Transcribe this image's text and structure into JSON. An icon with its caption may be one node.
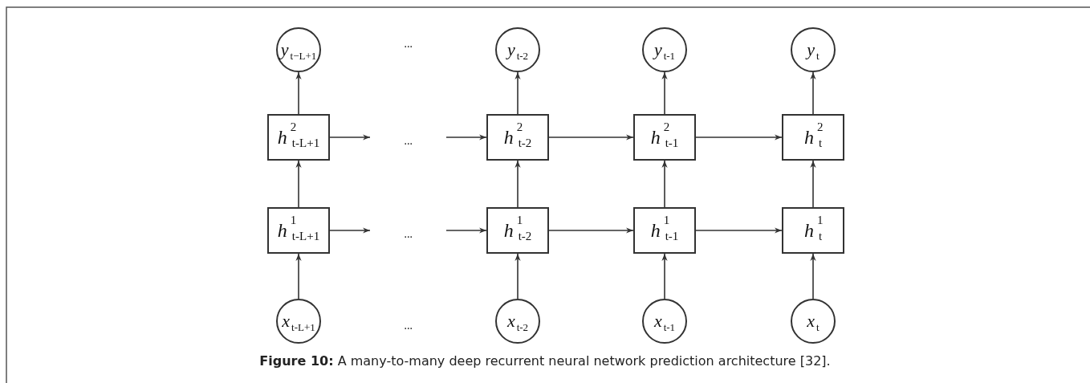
{
  "diagram": {
    "caption": "**Figure 10:** A many-to-many deep recurrent neural network prediction architecture [32].",
    "nodes": [
      {
        "text": [
          "y$_{t−L+1}$"
        ]
      },
      {
        "text": [
          "y$_{t-2}$"
        ]
      },
      {
        "text": [
          "y$_{t-1}$"
        ]
      },
      {
        "text": [
          "y$_{t}$"
        ]
      },
      {
        "text": [
          "h$^{2}$$_{t-L+1}$"
        ]
      },
      {
        "text": [
          "h$^{2}$$_{t-2}$"
        ]
      },
      {
        "text": [
          "h$^{2}$$_{t-1}$"
        ]
      },
      {
        "text": [
          "h$^{2}$$_{t}$"
        ]
      },
      {
        "text": [
          "h$^{1}$$_{t-L+1}$"
        ]
      },
      {
        "text": [
          "h$^{1}$$_{t-2}$"
        ]
      },
      {
        "text": [
          "h$^{1}$$_{t-1}$"
        ]
      },
      {
        "text": [
          "h$^{1}$$_{t}$"
        ]
      },
      {
        "text": [
          "x$_{t-L+1}$"
        ]
      },
      {
        "text": [
          "x$_{t-2}$"
        ]
      },
      {
        "text": [
          "x$_{t-1}$"
        ]
      },
      {
        "text": [
          "x$_{t}$"
        ]
      }
    ],
    "edges": [
      {
        "from": 12,
        "to": 8,
        "arrow": "to"
      },
      {
        "from": 13,
        "to": 9,
        "arrow": "to"
      },
      {
        "from": 14,
        "to": 10,
        "arrow": "to"
      },
      {
        "from": 15,
        "to": 11,
        "arrow": "to"
      },
      {
        "from": 8,
        "to": 4,
        "arrow": "to"
      },
      {
        "from": 9,
        "to": 5,
        "arrow": "to"
      },
      {
        "from": 10,
        "to": 6,
        "arrow": "to"
      },
      {
        "from": 11,
        "to": 7,
        "arrow": "to"
      },
      {
        "from": 4,
        "to": 0,
        "arrow": "to"
      },
      {
        "from": 5,
        "to": 1,
        "arrow": "to"
      },
      {
        "from": 6,
        "to": 2,
        "arrow": "to"
      },
      {
        "from": 7,
        "to": 3,
        "arrow": "to"
      },
      {
        "from": 4,
        "to": null,
        "arrow": "to"
      },
      {
        "from": null,
        "to": 5,
        "arrow": "to"
      },
      {
        "from": 5,
        "to": 6,
        "arrow": "to"
      },
      {
        "from": 6,
        "to": 7,
        "arrow": "to"
      },
      {
        "from": 8,
        "to": null,
        "arrow": "to"
      },
      {
        "from": null,
        "to": 9,
        "arrow": "to"
      },
      {
        "from": 9,
        "to": 10,
        "arrow": "to"
      },
      {
        "from": 10,
        "to": 11,
        "arrow": "to"
      }
    ],
    "labels": [
      "...",
      "...",
      "...",
      "..."
    ]
  }
}
